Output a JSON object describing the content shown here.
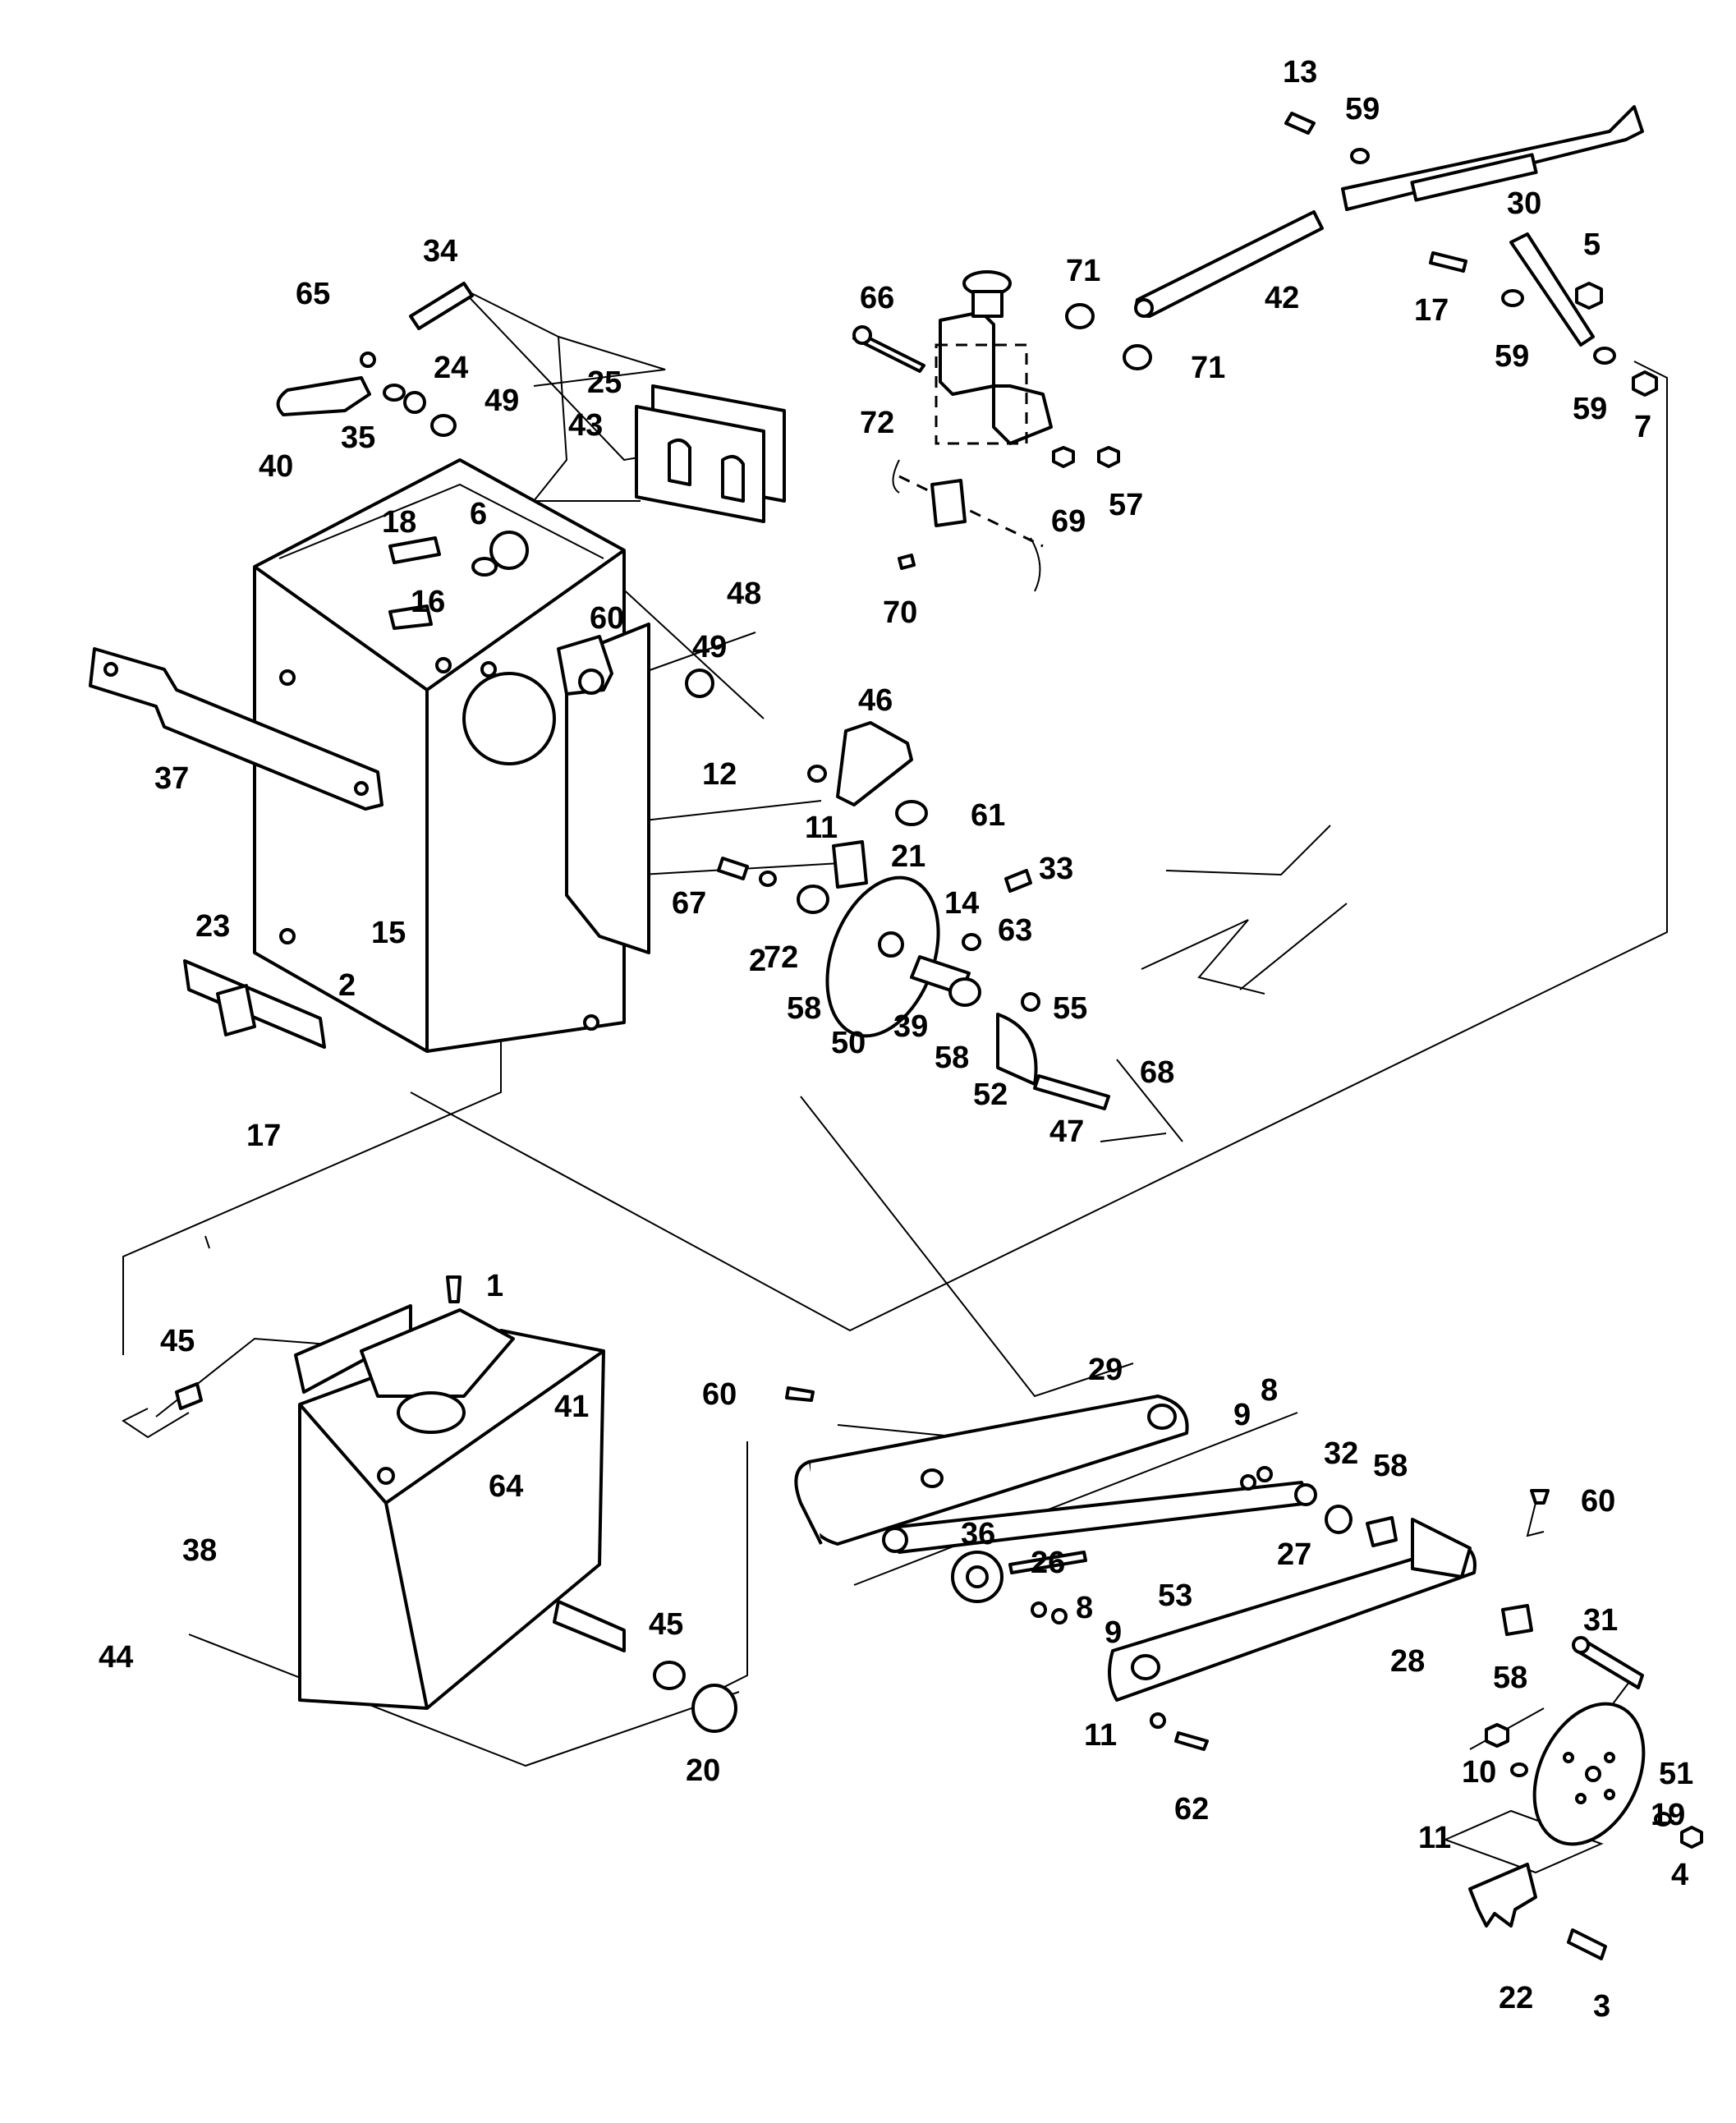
{
  "callouts": [
    {
      "id": "p13",
      "text": "13"
    },
    {
      "id": "p59a",
      "text": "59"
    },
    {
      "id": "p30",
      "text": "30"
    },
    {
      "id": "p5",
      "text": "5"
    },
    {
      "id": "p71a",
      "text": "71"
    },
    {
      "id": "p42",
      "text": "42"
    },
    {
      "id": "p17a",
      "text": "17"
    },
    {
      "id": "p66",
      "text": "66"
    },
    {
      "id": "p71b",
      "text": "71"
    },
    {
      "id": "p59b",
      "text": "59"
    },
    {
      "id": "p59c",
      "text": "59"
    },
    {
      "id": "p7",
      "text": "7"
    },
    {
      "id": "p72a",
      "text": "72"
    },
    {
      "id": "p57",
      "text": "57"
    },
    {
      "id": "p69",
      "text": "69"
    },
    {
      "id": "p70",
      "text": "70"
    },
    {
      "id": "p34",
      "text": "34"
    },
    {
      "id": "p65",
      "text": "65"
    },
    {
      "id": "p24",
      "text": "24"
    },
    {
      "id": "p49a",
      "text": "49"
    },
    {
      "id": "p35",
      "text": "35"
    },
    {
      "id": "p40",
      "text": "40"
    },
    {
      "id": "p25",
      "text": "25"
    },
    {
      "id": "p43",
      "text": "43"
    },
    {
      "id": "p18",
      "text": "18"
    },
    {
      "id": "p6",
      "text": "6"
    },
    {
      "id": "p16",
      "text": "16"
    },
    {
      "id": "p48",
      "text": "48"
    },
    {
      "id": "p60a",
      "text": "60"
    },
    {
      "id": "p49b",
      "text": "49"
    },
    {
      "id": "p46",
      "text": "46"
    },
    {
      "id": "p37",
      "text": "37"
    },
    {
      "id": "p12",
      "text": "12"
    },
    {
      "id": "p61",
      "text": "61"
    },
    {
      "id": "p11a",
      "text": "11"
    },
    {
      "id": "p21",
      "text": "21"
    },
    {
      "id": "p33",
      "text": "33"
    },
    {
      "id": "p67",
      "text": "67"
    },
    {
      "id": "p14",
      "text": "14"
    },
    {
      "id": "p63",
      "text": "63"
    },
    {
      "id": "p2a",
      "text": "2"
    },
    {
      "id": "p72b",
      "text": "72"
    },
    {
      "id": "p23",
      "text": "23"
    },
    {
      "id": "p15",
      "text": "15"
    },
    {
      "id": "p2b",
      "text": "2"
    },
    {
      "id": "p58a",
      "text": "58"
    },
    {
      "id": "p50",
      "text": "50"
    },
    {
      "id": "p39",
      "text": "39"
    },
    {
      "id": "p55",
      "text": "55"
    },
    {
      "id": "p58b",
      "text": "58"
    },
    {
      "id": "p68",
      "text": "68"
    },
    {
      "id": "p52",
      "text": "52"
    },
    {
      "id": "p17b",
      "text": "17"
    },
    {
      "id": "p47",
      "text": "47"
    },
    {
      "id": "p1",
      "text": "1"
    },
    {
      "id": "p45a",
      "text": "45"
    },
    {
      "id": "p41",
      "text": "41"
    },
    {
      "id": "p29",
      "text": "29"
    },
    {
      "id": "p60b",
      "text": "60"
    },
    {
      "id": "p64",
      "text": "64"
    },
    {
      "id": "p9a",
      "text": "9"
    },
    {
      "id": "p8a",
      "text": "8"
    },
    {
      "id": "p32",
      "text": "32"
    },
    {
      "id": "p58c",
      "text": "58"
    },
    {
      "id": "p38",
      "text": "38"
    },
    {
      "id": "p36",
      "text": "36"
    },
    {
      "id": "p60c",
      "text": "60"
    },
    {
      "id": "p26",
      "text": "26"
    },
    {
      "id": "p27",
      "text": "27"
    },
    {
      "id": "p53",
      "text": "53"
    },
    {
      "id": "p8b",
      "text": "8"
    },
    {
      "id": "p9b",
      "text": "9"
    },
    {
      "id": "p31",
      "text": "31"
    },
    {
      "id": "p44",
      "text": "44"
    },
    {
      "id": "p45b",
      "text": "45"
    },
    {
      "id": "p28",
      "text": "28"
    },
    {
      "id": "p58d",
      "text": "58"
    },
    {
      "id": "p11b",
      "text": "11"
    },
    {
      "id": "p20",
      "text": "20"
    },
    {
      "id": "p62",
      "text": "62"
    },
    {
      "id": "p10",
      "text": "10"
    },
    {
      "id": "p51",
      "text": "51"
    },
    {
      "id": "p11c",
      "text": "11"
    },
    {
      "id": "p19",
      "text": "19"
    },
    {
      "id": "p4",
      "text": "4"
    },
    {
      "id": "p22",
      "text": "22"
    },
    {
      "id": "p3",
      "text": "3"
    }
  ]
}
